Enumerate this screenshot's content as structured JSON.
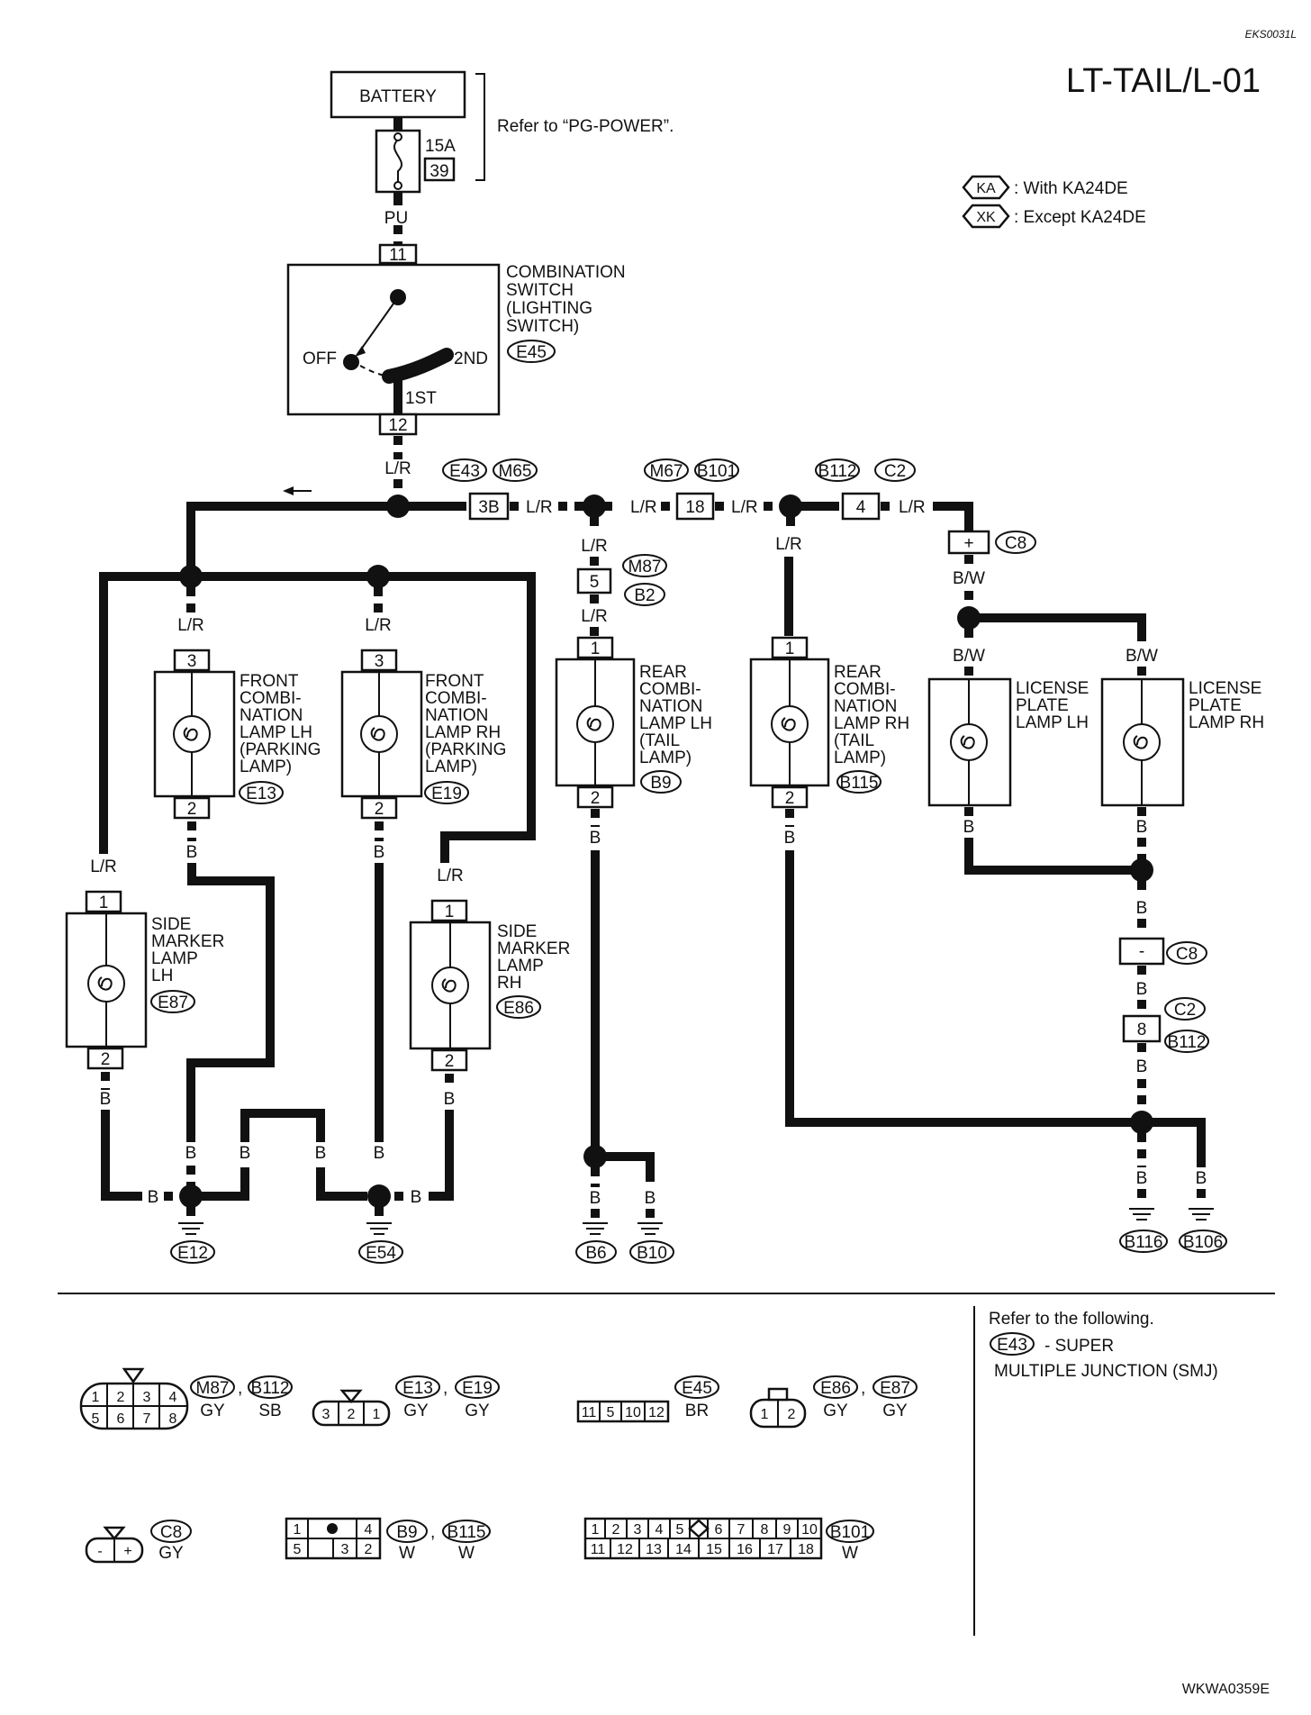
{
  "header": {
    "doc_code": "EKS0031L",
    "diagram_title": "LT-TAIL/L-01",
    "footer_code": "WKWA0359E"
  },
  "legend": {
    "ka": {
      "tag": "KA",
      "text": ": With KA24DE"
    },
    "xk": {
      "tag": "XK",
      "text": ": Except KA24DE"
    }
  },
  "battery": {
    "label": "BATTERY",
    "note": "Refer to “PG-POWER”.",
    "fuse_rating": "15A",
    "fuse_number": "39"
  },
  "combination_switch": {
    "name_lines": [
      "COMBINATION",
      "SWITCH",
      "(LIGHTING",
      "SWITCH)"
    ],
    "connector": "E45",
    "pin_in": "11",
    "pin_out": "12",
    "pos_off": "OFF",
    "pos_1st": "1ST",
    "pos_2nd": "2ND"
  },
  "wire_colors": {
    "pu": "PU",
    "lr": "L/R",
    "b": "B",
    "bw": "B/W"
  },
  "junctions": {
    "j1_top": "E43",
    "j1_top2": "M65",
    "j1_pin": "3B",
    "j2_top": "M67",
    "j2_top2": "B101",
    "j2_pin": "18",
    "j3_top": "B112",
    "j3_top2": "C2",
    "j3_pin": "4",
    "m87_pin": "5",
    "m87_a": "M87",
    "m87_b": "B2",
    "c8_plus_pin": "+",
    "c8_plus_conn": "C8",
    "c8_minus_pin": "-",
    "c8_minus_conn": "C8",
    "c2_pin": "8",
    "c2_a": "C2",
    "c2_b": "B112"
  },
  "lamps": {
    "front_lh": {
      "lines": [
        "FRONT",
        "COMBI-",
        "NATION",
        "LAMP LH",
        "(PARKING",
        "LAMP)"
      ],
      "connector": "E13",
      "pin_top": "3",
      "pin_bot": "2"
    },
    "front_rh": {
      "lines": [
        "FRONT",
        "COMBI-",
        "NATION",
        "LAMP RH",
        "(PARKING",
        "LAMP)"
      ],
      "connector": "E19",
      "pin_top": "3",
      "pin_bot": "2"
    },
    "rear_lh": {
      "lines": [
        "REAR",
        "COMBI-",
        "NATION",
        "LAMP LH",
        "(TAIL",
        "LAMP)"
      ],
      "connector": "B9",
      "pin_top": "1",
      "pin_bot": "2"
    },
    "rear_rh": {
      "lines": [
        "REAR",
        "COMBI-",
        "NATION",
        "LAMP RH",
        "(TAIL",
        "LAMP)"
      ],
      "connector": "B115",
      "pin_top": "1",
      "pin_bot": "2"
    },
    "license_lh": {
      "lines": [
        "LICENSE",
        "PLATE",
        "LAMP LH"
      ]
    },
    "license_rh": {
      "lines": [
        "LICENSE",
        "PLATE",
        "LAMP RH"
      ]
    },
    "side_lh": {
      "lines": [
        "SIDE",
        "MARKER",
        "LAMP",
        "LH"
      ],
      "connector": "E87",
      "pin_top": "1",
      "pin_bot": "2"
    },
    "side_rh": {
      "lines": [
        "SIDE",
        "MARKER",
        "LAMP",
        "RH"
      ],
      "connector": "E86",
      "pin_top": "1",
      "pin_bot": "2"
    }
  },
  "grounds": {
    "e12": "E12",
    "e54": "E54",
    "b6": "B6",
    "b10": "B10",
    "b116": "B116",
    "b106": "B106"
  },
  "refer": {
    "line1": "Refer to the following.",
    "tag": "E43",
    "line2": "- SUPER",
    "line3": "MULTIPLE JUNCTION (SMJ)"
  },
  "connector_views": {
    "v1": {
      "pins_top": [
        "1",
        "2",
        "3",
        "4"
      ],
      "pins_bot": [
        "5",
        "6",
        "7",
        "8"
      ],
      "tags": [
        "M87",
        "B112"
      ],
      "colors": [
        "GY",
        "SB"
      ]
    },
    "v2": {
      "pins": [
        "3",
        "2",
        "1"
      ],
      "tags": [
        "E13",
        "E19"
      ],
      "colors": [
        "GY",
        "GY"
      ]
    },
    "v3": {
      "pins": [
        "11",
        "5",
        "10",
        "12"
      ],
      "tags": [
        "E45"
      ],
      "colors": [
        "BR"
      ]
    },
    "v4": {
      "pins": [
        "1",
        "2"
      ],
      "tags": [
        "E86",
        "E87"
      ],
      "colors": [
        "GY",
        "GY"
      ]
    },
    "v5": {
      "pins": [
        "-",
        "+"
      ],
      "tags": [
        "C8"
      ],
      "colors": [
        "GY"
      ]
    },
    "v6": {
      "pins_top": [
        "1",
        "4"
      ],
      "pins_bot": [
        "5",
        "3",
        "2"
      ],
      "tags": [
        "B9",
        "B115"
      ],
      "colors": [
        "W",
        "W"
      ]
    },
    "v7": {
      "pins_top": [
        "1",
        "2",
        "3",
        "4",
        "5",
        "6",
        "7",
        "8",
        "9",
        "10"
      ],
      "pins_bot": [
        "11",
        "12",
        "13",
        "14",
        "15",
        "16",
        "17",
        "18"
      ],
      "tags": [
        "B101"
      ],
      "colors": [
        "W"
      ]
    },
    "separator": ","
  }
}
